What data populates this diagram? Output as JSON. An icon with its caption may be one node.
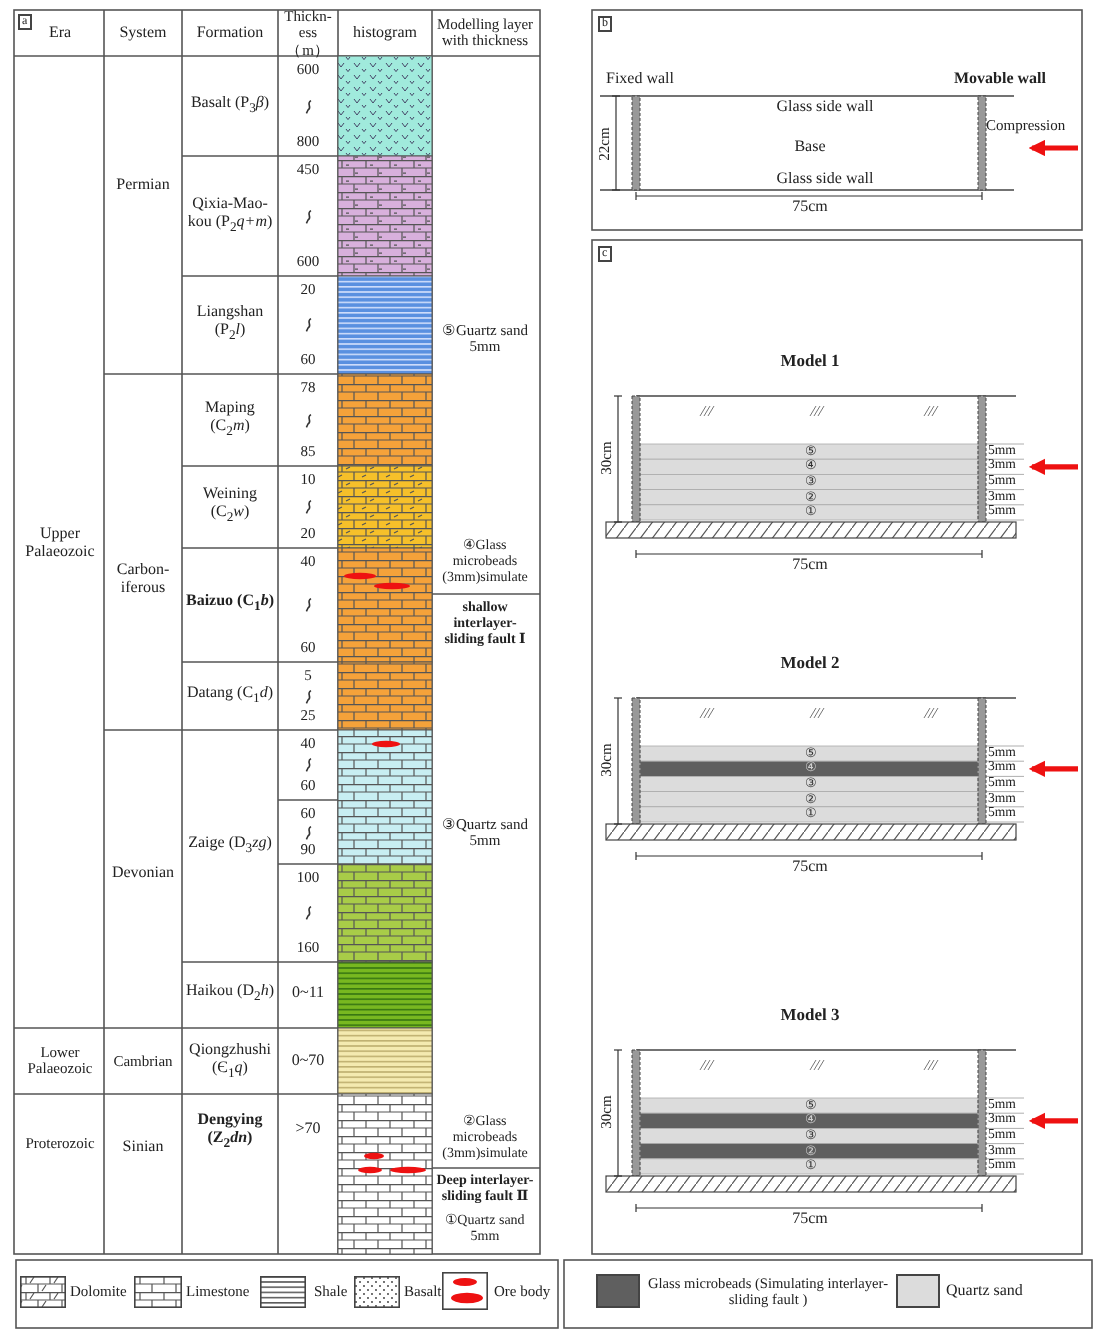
{
  "diagram": {
    "labels": [
      "a",
      "Era",
      "System",
      "Formation",
      "Thickn-ess（m）",
      "histogram",
      "Modelling layer with thickness",
      "Basalt (P$_{3}$*β*)",
      "600",
      "800",
      "Permian",
      "Qixia-Mao-kou (P$_{2}$*q+m*)",
      "450",
      "600",
      "Liangshan (P$_{2}$*l*)",
      "20",
      "60",
      "⑤Guartz sand 5mm",
      "Maping (C$_{2}$*m*)",
      "78",
      "85",
      "Weining (C$_{2}$*w*)",
      "10",
      "20",
      "Upper Palaeozoic",
      "Carbon-iferous",
      "Baizuo (C$_{1}$*b*)",
      "40",
      "60",
      "④Glass microbeads (3mm)simulate",
      "shallow interlayer-sliding fault Ⅰ",
      "Datang (C$_{1}$*d*)",
      "5",
      "25",
      "40",
      "60",
      "60",
      "90",
      "Devonian",
      "Zaige (D$_{3}$*zg*)",
      "③Quartz sand 5mm",
      "100",
      "160",
      "Haikou (D$_{2}$*h*)",
      "0~11",
      "Lower Palaeozoic",
      "Cambrian",
      "Qiongzhushi (Є$_{1}$*q*)",
      "0~70",
      "Proterozoic",
      "Sinian",
      "Dengying (Z$_{2}$*dn*)",
      ">70",
      "②Glass microbeads (3mm)simulate",
      "Deep interlayer-sliding fault Ⅱ",
      "①Quartz sand 5mm",
      "b",
      "Fixed wall",
      "Movable wall",
      "Glass side wall",
      "22cm",
      "Compression",
      "Base",
      "Glass side wall",
      "75cm",
      "c",
      "Model 1",
      "⑤",
      "5mm",
      "④",
      "3mm",
      "③",
      "5mm",
      "②",
      "3mm",
      "①",
      "5mm",
      "30cm",
      "75cm",
      "Model 2",
      "⑤",
      "5mm",
      "④",
      "3mm",
      "③",
      "5mm",
      "②",
      "3mm",
      "①",
      "5mm",
      "30cm",
      "75cm",
      "Model 3",
      "⑤",
      "5mm",
      "④",
      "3mm",
      "③",
      "5mm",
      "②",
      "3mm",
      "①",
      "5mm",
      "30cm",
      "75cm"
    ],
    "legend": [
      {
        "text": "Dolomite"
      },
      {
        "text": "Limestone"
      },
      {
        "text": "Shale"
      },
      {
        "text": "Basalt"
      },
      {
        "text": "Ore body"
      },
      {
        "text": "Glass microbeads (Simulating interlayer-sliding fault )",
        "color": "#5f5f5f"
      },
      {
        "text": "Quartz sand",
        "color": "#dcdcdc"
      }
    ]
  }
}
